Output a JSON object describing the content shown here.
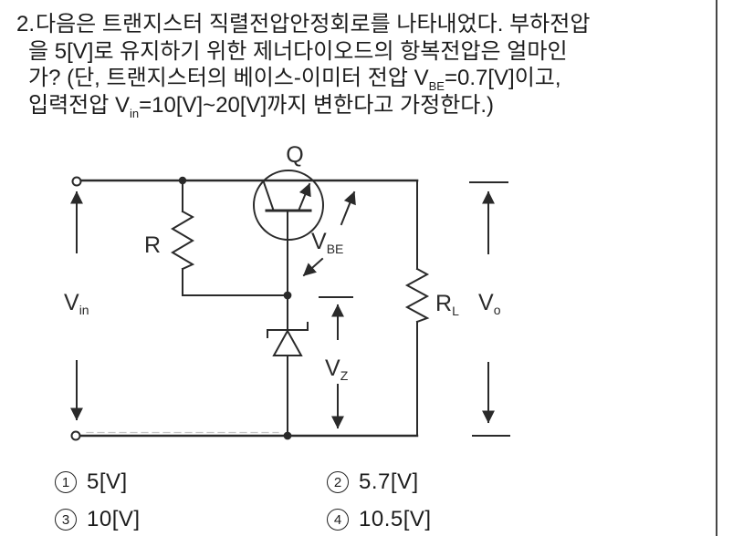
{
  "question": {
    "number": "2.",
    "lines": {
      "l1": "다음은 트랜지스터 직렬전압안정회로를 나타내었다. 부하전압",
      "l2": "을 5[V]로 유지하기 위한 제너다이오드의 항복전압은 얼마인",
      "l3_pre": "가? (단, 트랜지스터의 베이스-이미터 전압 V",
      "l3_sub": "BE",
      "l3_post": "=0.7[V]이고,",
      "l4_pre": "입력전압 V",
      "l4_sub": "in",
      "l4_post": "=10[V]~20[V]까지 변한다고 가정한다.)"
    }
  },
  "circuit": {
    "transistor_label": "Q",
    "series_resistor_label": "R",
    "load_resistor_label": {
      "main": "R",
      "sub": "L"
    },
    "input_voltage_label": {
      "main": "V",
      "sub": "in"
    },
    "output_voltage_label": {
      "main": "V",
      "sub": "o"
    },
    "zener_voltage_label": {
      "main": "V",
      "sub": "Z"
    },
    "base_emitter_voltage_label": {
      "main": "V",
      "sub": "BE"
    }
  },
  "choices": [
    {
      "num": "1",
      "label": "5[V]"
    },
    {
      "num": "2",
      "label": "5.7[V]"
    },
    {
      "num": "3",
      "label": "10[V]"
    },
    {
      "num": "4",
      "label": "10.5[V]"
    }
  ],
  "colors": {
    "ink": "#1c1c1c",
    "line": "#2a2a2a",
    "paper": "#ffffff",
    "divider": "#474747"
  }
}
